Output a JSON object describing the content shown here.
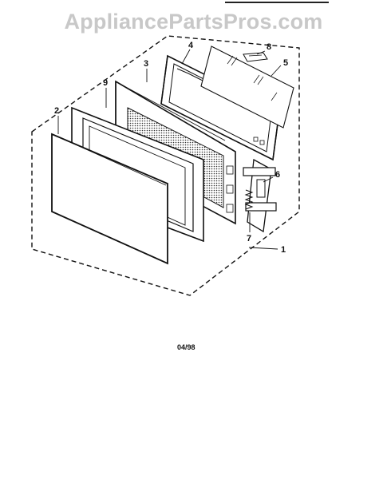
{
  "watermark": "AppliancePartsPros.com",
  "date_code": "04/98",
  "callouts": [
    {
      "id": "c1",
      "label": "1"
    },
    {
      "id": "c2",
      "label": "2"
    },
    {
      "id": "c3",
      "label": "3"
    },
    {
      "id": "c4",
      "label": "4"
    },
    {
      "id": "c5",
      "label": "5"
    },
    {
      "id": "c6",
      "label": "6"
    },
    {
      "id": "c7",
      "label": "7"
    },
    {
      "id": "c8",
      "label": "8"
    },
    {
      "id": "c9",
      "label": "9"
    }
  ]
}
